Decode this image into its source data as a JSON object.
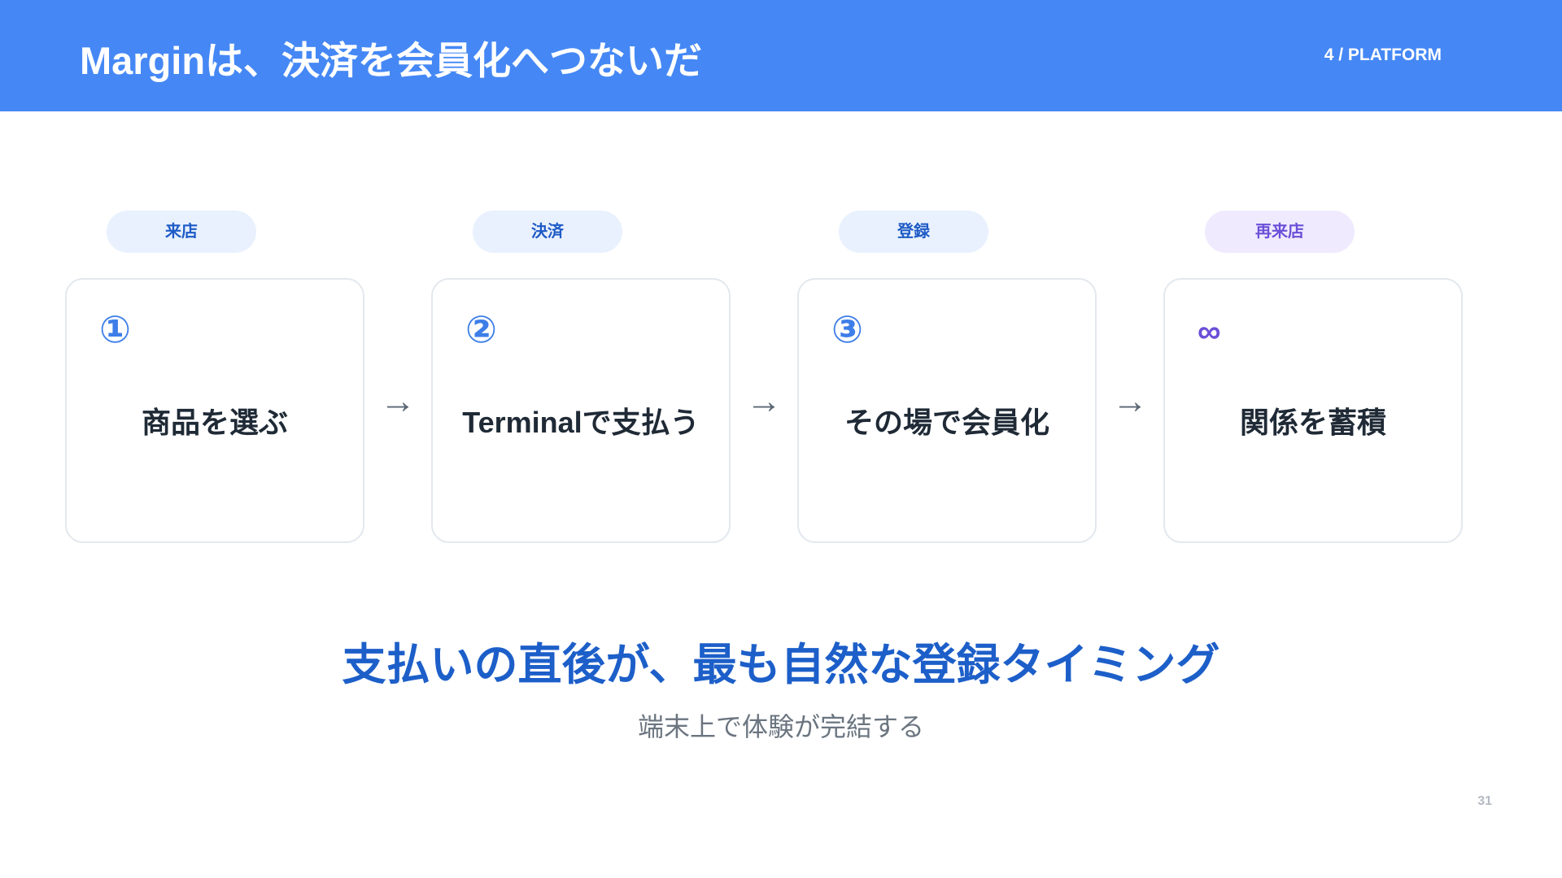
{
  "header": {
    "title": "Marginは、決済を会員化へつないだ",
    "section": "4 / PLATFORM"
  },
  "steps": [
    {
      "tag": "来店",
      "number": "①",
      "text": "商品を選ぶ"
    },
    {
      "tag": "決済",
      "number": "②",
      "text": "Terminalで支払う"
    },
    {
      "tag": "登録",
      "number": "③",
      "text": "その場で会員化"
    },
    {
      "tag": "再来店",
      "number": "∞",
      "text": "関係を蓄積"
    }
  ],
  "arrows": [
    "→",
    "→",
    "→"
  ],
  "headline": "支払いの直後が、最も自然な登録タイミング",
  "subline": "端末上で体験が完結する",
  "page_number": "31",
  "colors": {
    "header_bg": "#4588f5",
    "accent_blue": "#1d5fc9",
    "accent_purple": "#6b4fd8",
    "tag_bg_blue": "#e9f1fe",
    "tag_bg_purple": "#efeafd"
  }
}
